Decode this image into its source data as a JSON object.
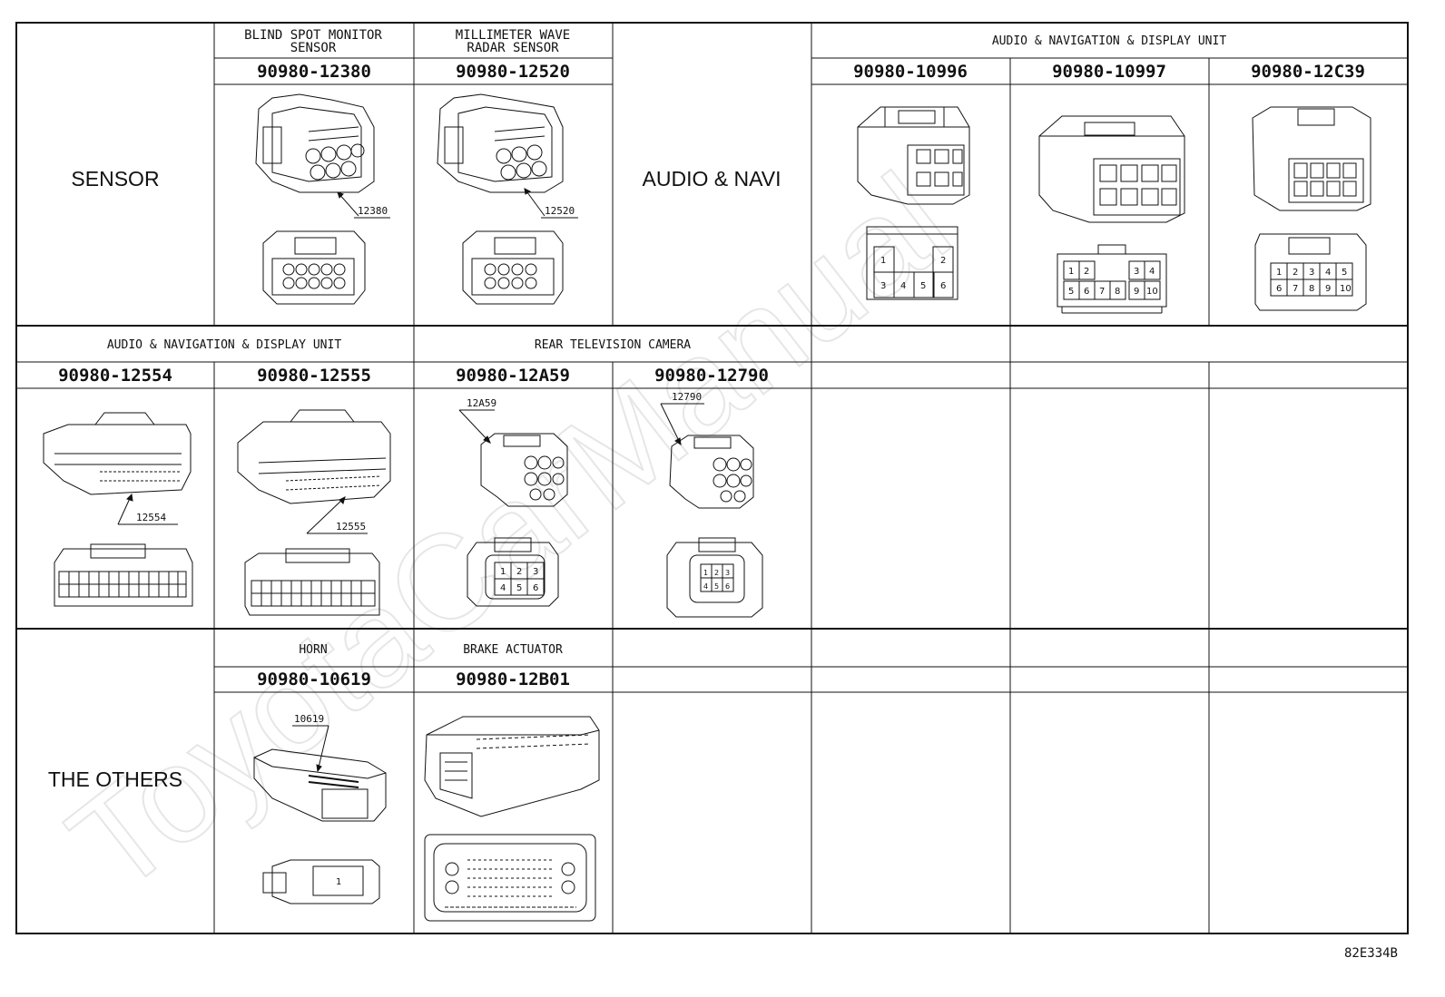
{
  "watermark": "ToyotaCarManual",
  "figure_id": "82E334B",
  "rows": [
    {
      "label": "SENSOR",
      "groups": [
        {
          "title_lines": [
            "BLIND SPOT MONITOR",
            "SENSOR"
          ]
        },
        {
          "title_lines": [
            "MILLIMETER WAVE",
            "RADAR SENSOR"
          ]
        },
        {
          "title_lines": [
            "AUDIO & NAVIGATION & DISPLAY UNIT"
          ]
        }
      ],
      "middle_label": "AUDIO & NAVI",
      "connectors": [
        {
          "part": "90980-12380",
          "callout": "12380"
        },
        {
          "part": "90980-12520",
          "callout": "12520"
        },
        {
          "part": "90980-10996"
        },
        {
          "part": "90980-10997"
        },
        {
          "part": "90980-12C39"
        }
      ]
    },
    {
      "groups": [
        {
          "title_lines": [
            "AUDIO & NAVIGATION & DISPLAY UNIT"
          ]
        },
        {
          "title_lines": [
            "REAR TELEVISION CAMERA"
          ]
        }
      ],
      "connectors": [
        {
          "part": "90980-12554",
          "callout": "12554"
        },
        {
          "part": "90980-12555",
          "callout": "12555"
        },
        {
          "part": "90980-12A59",
          "callout": "12A59"
        },
        {
          "part": "90980-12790",
          "callout": "12790"
        }
      ]
    },
    {
      "label": "THE OTHERS",
      "groups": [
        {
          "title_lines": [
            "HORN"
          ]
        },
        {
          "title_lines": [
            "BRAKE ACTUATOR"
          ]
        }
      ],
      "connectors": [
        {
          "part": "90980-10619",
          "callout": "10619",
          "pin_label": "1"
        },
        {
          "part": "90980-12B01"
        }
      ]
    }
  ],
  "pins": {
    "c10996": [
      "1",
      "2",
      "3",
      "4",
      "5",
      "6"
    ],
    "c10997": [
      "1",
      "2",
      "3",
      "4",
      "5",
      "6",
      "7",
      "8",
      "9",
      "10"
    ],
    "c12C39": [
      "1",
      "2",
      "3",
      "4",
      "5",
      "6",
      "7",
      "8",
      "9",
      "10"
    ],
    "c12A59": [
      "1",
      "2",
      "3",
      "4",
      "5",
      "6"
    ],
    "c12790": [
      "1",
      "2",
      "3",
      "4",
      "5",
      "6"
    ]
  },
  "colors": {
    "ink": "#111111",
    "watermark": "#e6e6e6",
    "background": "#ffffff"
  }
}
